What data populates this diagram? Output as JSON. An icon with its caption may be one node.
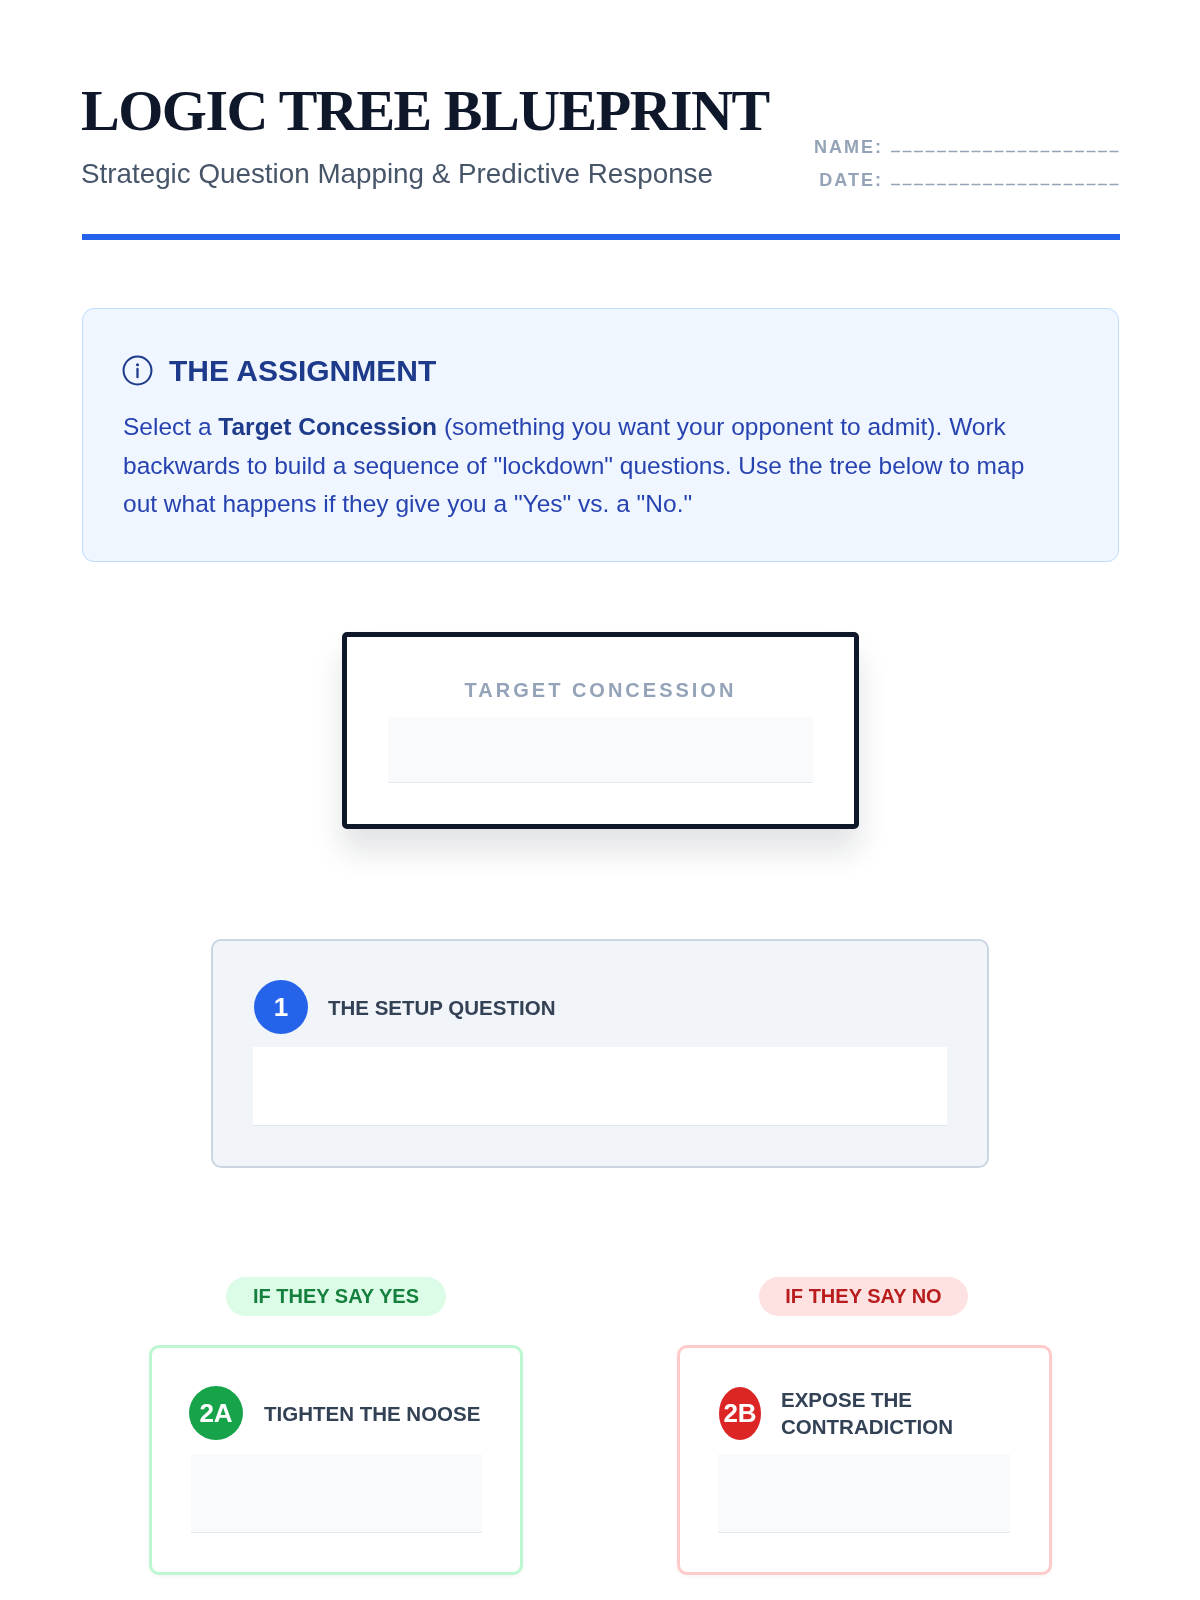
{
  "diagram": {
    "title": "LOGIC TREE BLUEPRINT",
    "nodes": [
      {
        "text": [
          "THE ASSIGNMENT",
          "Select a **Target Concession** (something you want your opponent to admit). Work backwards to build a sequence of \"lockdown\" questions. Use the tree below to map out what happens if they give you a \"Yes\" vs. a \"No.\""
        ]
      },
      {
        "text": [
          "TARGET CONCESSION"
        ]
      },
      {
        "text": [
          "THE SETUP QUESTION"
        ]
      },
      {
        "text": [
          "1"
        ],
        "in": 2
      },
      {
        "text": [
          "IF THEY SAY YES"
        ]
      },
      {
        "text": [
          "IF THEY SAY NO"
        ]
      },
      {
        "text": [
          "TIGHTEN THE NOOSE"
        ]
      },
      {
        "text": [
          "2A"
        ],
        "in": 6
      },
      {
        "text": [
          "EXPOSE THE CONTRADICTION"
        ]
      },
      {
        "text": [
          "2B"
        ],
        "in": 8
      }
    ],
    "labels": [
      "Strategic Question Mapping & Predictive Response",
      "NAME:",
      "DATE:"
    ]
  }
}
